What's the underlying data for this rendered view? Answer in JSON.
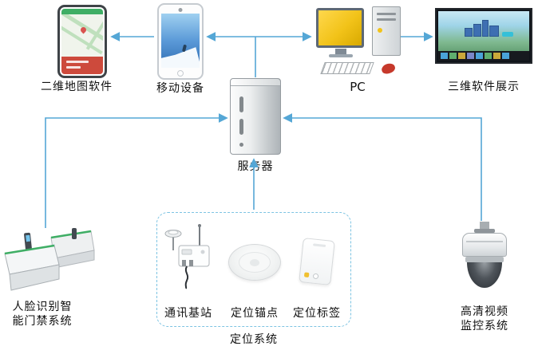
{
  "colors": {
    "arrow": "#55a7d6",
    "box_border": "#7cc3e2",
    "accent_green": "#3fae65",
    "screen_yellow": "#f2c319"
  },
  "nodes": {
    "map2d": {
      "label": "二维地图软件"
    },
    "mobile": {
      "label": "移动设备"
    },
    "pc": {
      "label": "PC"
    },
    "display3d": {
      "label": "三维软件展示"
    },
    "server": {
      "label": "服务器"
    },
    "access": {
      "lines": [
        "人脸识别智",
        "能门禁系统"
      ]
    },
    "base_station": {
      "label": "通讯基站"
    },
    "anchor": {
      "label": "定位锚点"
    },
    "tag": {
      "label": "定位标签"
    },
    "positioning": {
      "label": "定位系统"
    },
    "camera": {
      "lines": [
        "高清视频",
        "监控系统"
      ]
    }
  }
}
